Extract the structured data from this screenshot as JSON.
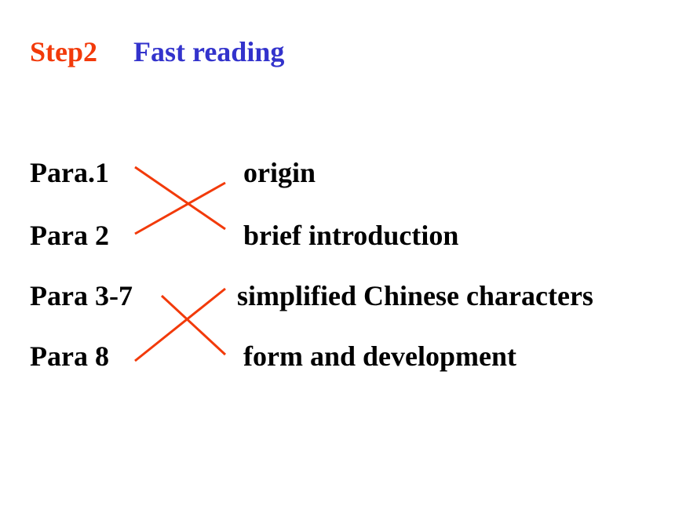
{
  "heading": {
    "step": "Step2",
    "title": "Fast reading"
  },
  "matching": {
    "paragraphs": [
      "Para.1",
      "Para 2",
      "Para 3-7",
      "Para 8"
    ],
    "topics": [
      "origin",
      "brief introduction",
      "simplified Chinese characters",
      "form and development"
    ],
    "line_color": "#f23a0a"
  }
}
